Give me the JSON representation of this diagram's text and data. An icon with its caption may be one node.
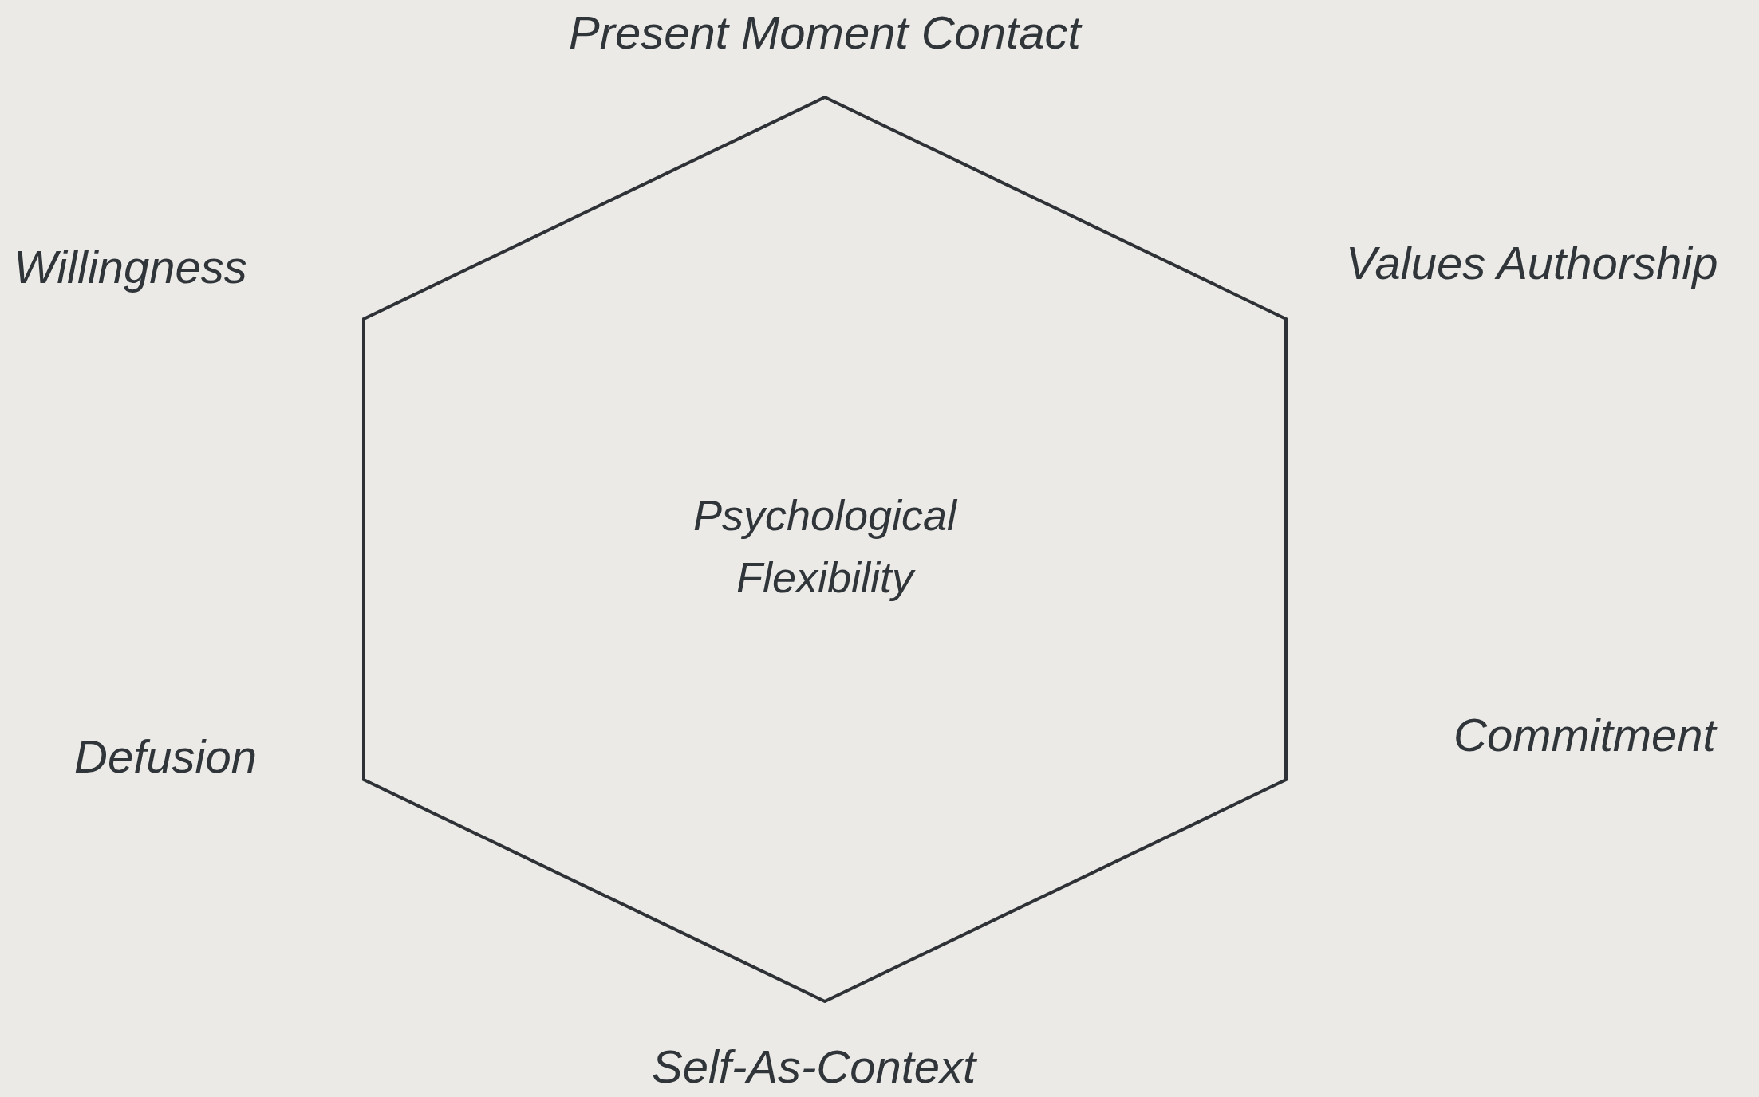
{
  "diagram": {
    "nodes": [
      {
        "text": [
          "Psychological Flexibility"
        ]
      }
    ],
    "labels": [
      "Present Moment Contact",
      "Willingness",
      "Values Authorship",
      "Defusion",
      "Commitment",
      "Self-As-Context"
    ]
  }
}
